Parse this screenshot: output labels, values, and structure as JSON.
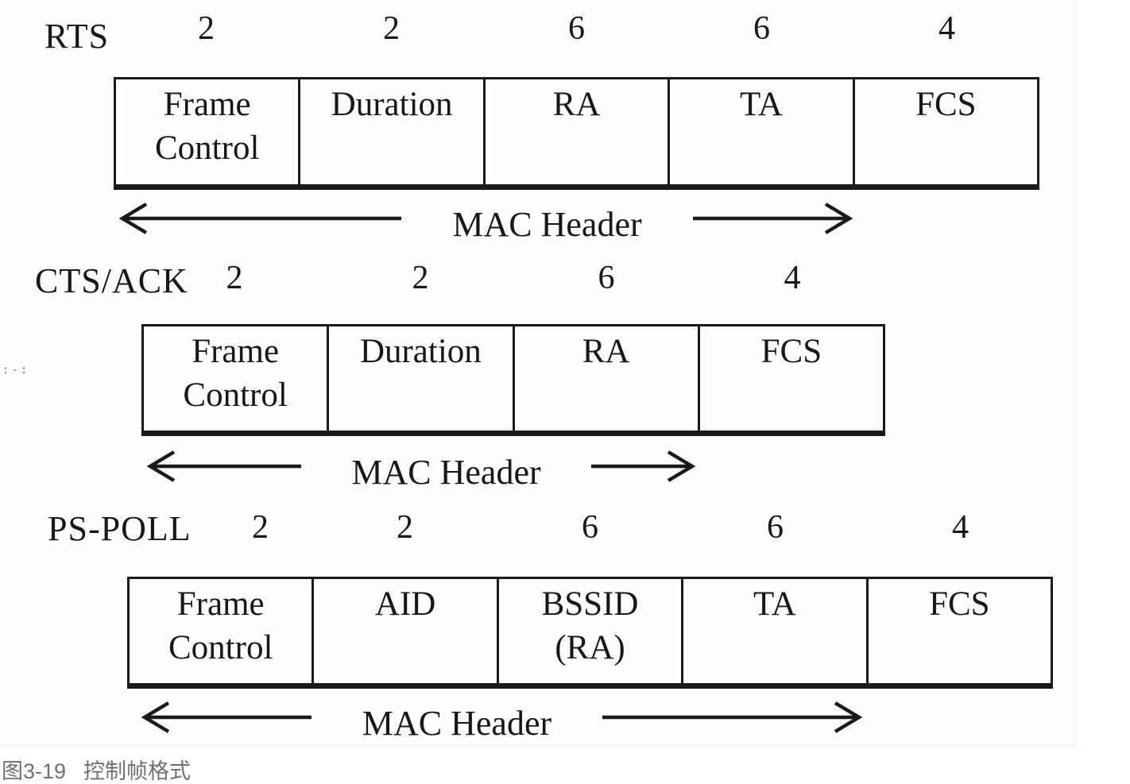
{
  "figure": {
    "margin_artifact": ":-:",
    "mac_header_label": "MAC Header",
    "caption": {
      "number": "图3-19",
      "title": "控制帧格式"
    },
    "frames": [
      {
        "name": "RTS",
        "fields": [
          {
            "size": "2",
            "label": "Frame\nControl"
          },
          {
            "size": "2",
            "label": "Duration"
          },
          {
            "size": "6",
            "label": "RA"
          },
          {
            "size": "6",
            "label": "TA"
          },
          {
            "size": "4",
            "label": "FCS"
          }
        ]
      },
      {
        "name": "CTS/ACK",
        "fields": [
          {
            "size": "2",
            "label": "Frame\nControl"
          },
          {
            "size": "2",
            "label": "Duration"
          },
          {
            "size": "6",
            "label": "RA"
          },
          {
            "size": "4",
            "label": "FCS"
          }
        ]
      },
      {
        "name": "PS-POLL",
        "fields": [
          {
            "size": "2",
            "label": "Frame\nControl"
          },
          {
            "size": "2",
            "label": "AID"
          },
          {
            "size": "6",
            "label": "BSSID\n(RA)"
          },
          {
            "size": "6",
            "label": "TA"
          },
          {
            "size": "4",
            "label": "FCS"
          }
        ]
      }
    ],
    "colors": {
      "ink": "#1a1a1a",
      "caption_gray": "#707070"
    }
  }
}
